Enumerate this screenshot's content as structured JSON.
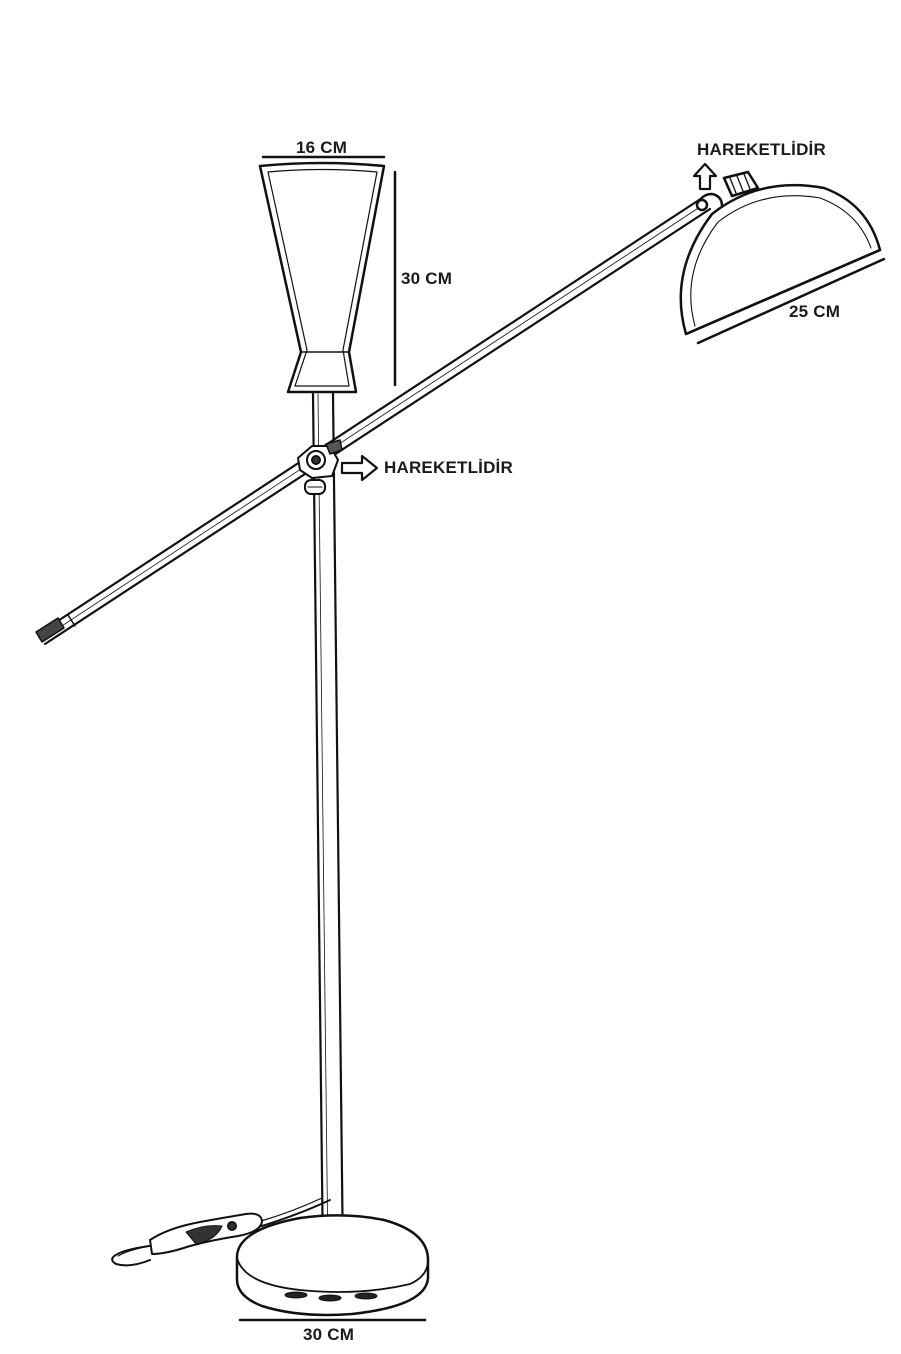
{
  "dimensions": {
    "top_shade_width": "16 CM",
    "top_shade_height": "30 CM",
    "head_shade_width": "25 CM",
    "base_width": "30 CM"
  },
  "notes": {
    "head_movable": "HAREKETLİDİR",
    "joint_movable": "HAREKETLİDİR"
  },
  "colors": {
    "line": "#111111",
    "background": "#ffffff"
  }
}
